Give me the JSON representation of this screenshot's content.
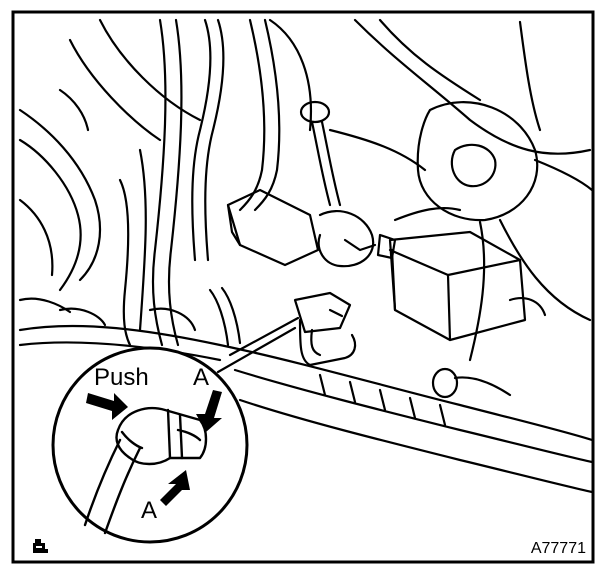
{
  "figure": {
    "labels": {
      "push": "Push",
      "a_top": "A",
      "a_bottom": "A"
    },
    "figure_id": "A77771",
    "icons": {
      "corner_note": "note-icon"
    },
    "colors": {
      "ink": "#000000",
      "paper": "#ffffff"
    }
  }
}
